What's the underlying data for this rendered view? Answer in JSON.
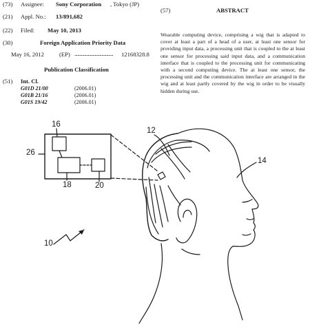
{
  "biblio": {
    "assignee": {
      "code": "(73)",
      "label": "Assignee:",
      "value": "Sony Corporation",
      "location": ", Tokyo (JP)"
    },
    "appl_no": {
      "code": "(21)",
      "label": "Appl. No.:",
      "value": "13/891,682"
    },
    "filed": {
      "code": "(22)",
      "label": "Filed:",
      "value": "May 10, 2013"
    },
    "priority": {
      "code": "(30)",
      "heading": "Foreign Application Priority Data",
      "date": "May 16, 2012",
      "office": "(EP)",
      "dots": "........................................",
      "number": "12168328.8"
    },
    "publication": {
      "heading": "Publication Classification",
      "code": "(51)",
      "label": "Int. Cl.",
      "classes": [
        {
          "symbol": "G01D 21/00",
          "year": "(2006.01)"
        },
        {
          "symbol": "G01B 21/16",
          "year": "(2006.01)"
        },
        {
          "symbol": "G01S 19/42",
          "year": "(2006.01)"
        }
      ]
    }
  },
  "abstract": {
    "code": "(57)",
    "heading": "ABSTRACT",
    "text": "Wearable computing device, comprising a wig that is adapted to cover at least a part of a head of a user, at least one sensor for providing input data, a processing unit that is coupled to the at least one sensor for processing said input data, and a communication interface that is coupled to the processing unit for communicating with a second computing device. The at least one sensor, the processing unit and the communication interface are arranged in the wig and at least partly covered by the wig in order to be visually hidden during use."
  },
  "figure": {
    "ref_labels": {
      "box": "26",
      "component_top": "16",
      "component_bottom_left": "18",
      "component_bottom_right": "20",
      "wig": "12",
      "head": "14",
      "device": "10"
    }
  }
}
